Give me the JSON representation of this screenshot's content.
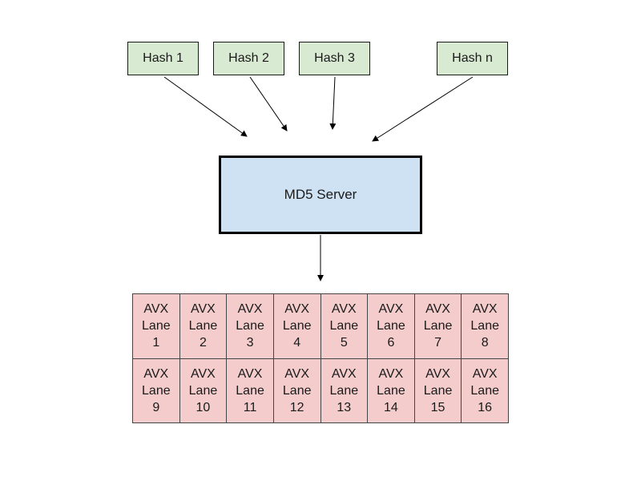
{
  "hashes": [
    {
      "label": "Hash 1"
    },
    {
      "label": "Hash 2"
    },
    {
      "label": "Hash 3"
    },
    {
      "label": "Hash n"
    }
  ],
  "server": {
    "label": "MD5 Server"
  },
  "lanes": [
    {
      "line1": "AVX",
      "line2": "Lane",
      "number": "1"
    },
    {
      "line1": "AVX",
      "line2": "Lane",
      "number": "2"
    },
    {
      "line1": "AVX",
      "line2": "Lane",
      "number": "3"
    },
    {
      "line1": "AVX",
      "line2": "Lane",
      "number": "4"
    },
    {
      "line1": "AVX",
      "line2": "Lane",
      "number": "5"
    },
    {
      "line1": "AVX",
      "line2": "Lane",
      "number": "6"
    },
    {
      "line1": "AVX",
      "line2": "Lane",
      "number": "7"
    },
    {
      "line1": "AVX",
      "line2": "Lane",
      "number": "8"
    },
    {
      "line1": "AVX",
      "line2": "Lane",
      "number": "9"
    },
    {
      "line1": "AVX",
      "line2": "Lane",
      "number": "10"
    },
    {
      "line1": "AVX",
      "line2": "Lane",
      "number": "11"
    },
    {
      "line1": "AVX",
      "line2": "Lane",
      "number": "12"
    },
    {
      "line1": "AVX",
      "line2": "Lane",
      "number": "13"
    },
    {
      "line1": "AVX",
      "line2": "Lane",
      "number": "14"
    },
    {
      "line1": "AVX",
      "line2": "Lane",
      "number": "15"
    },
    {
      "line1": "AVX",
      "line2": "Lane",
      "number": "16"
    }
  ],
  "colors": {
    "hash_fill": "#d9ead3",
    "server_fill": "#cfe2f3",
    "lane_fill": "#f4cccc"
  }
}
